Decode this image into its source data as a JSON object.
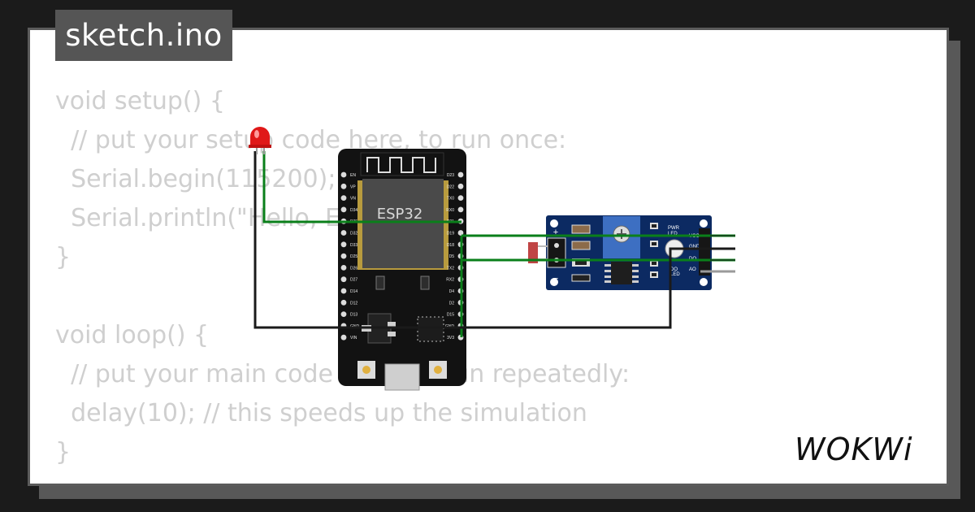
{
  "file": {
    "tab_label": "sketch.ino"
  },
  "editor": {
    "lines": [
      "void setup() {",
      "  // put your setup code here, to run once:",
      "  Serial.begin(115200);",
      "  Serial.println(\"Hello, ESP32!\");",
      "}",
      "",
      "void loop() {",
      "  // put your main code here, to run repeatedly:",
      "  delay(10); // this speeds up the simulation",
      "}"
    ]
  },
  "board": {
    "chip_label": "ESP32",
    "left_pins": [
      "EN",
      "VP",
      "VN",
      "D34",
      "D35",
      "D32",
      "D33",
      "D25",
      "D26",
      "D27",
      "D14",
      "D12",
      "D13",
      "GND",
      "VIN"
    ],
    "right_pins": [
      "D23",
      "D22",
      "TX0",
      "RX0",
      "D21",
      "D19",
      "D18",
      "D5",
      "TX2",
      "RX2",
      "D4",
      "D2",
      "D15",
      "GND",
      "3V3"
    ]
  },
  "sensor": {
    "labels": {
      "pwr": "PWR",
      "led": "LED",
      "vcc": "VCC",
      "gnd": "GND",
      "do": "DO",
      "ao": "AO",
      "do_led": "DO",
      "do_led2": "LED",
      "plus": "+",
      "minus": "−"
    }
  },
  "wire_colors": {
    "green": "#0a7f1a",
    "black": "#1a1a1a",
    "gray": "#9a9a9a",
    "led": "#e01818"
  },
  "brand": {
    "logo_text": "WOKWi"
  }
}
